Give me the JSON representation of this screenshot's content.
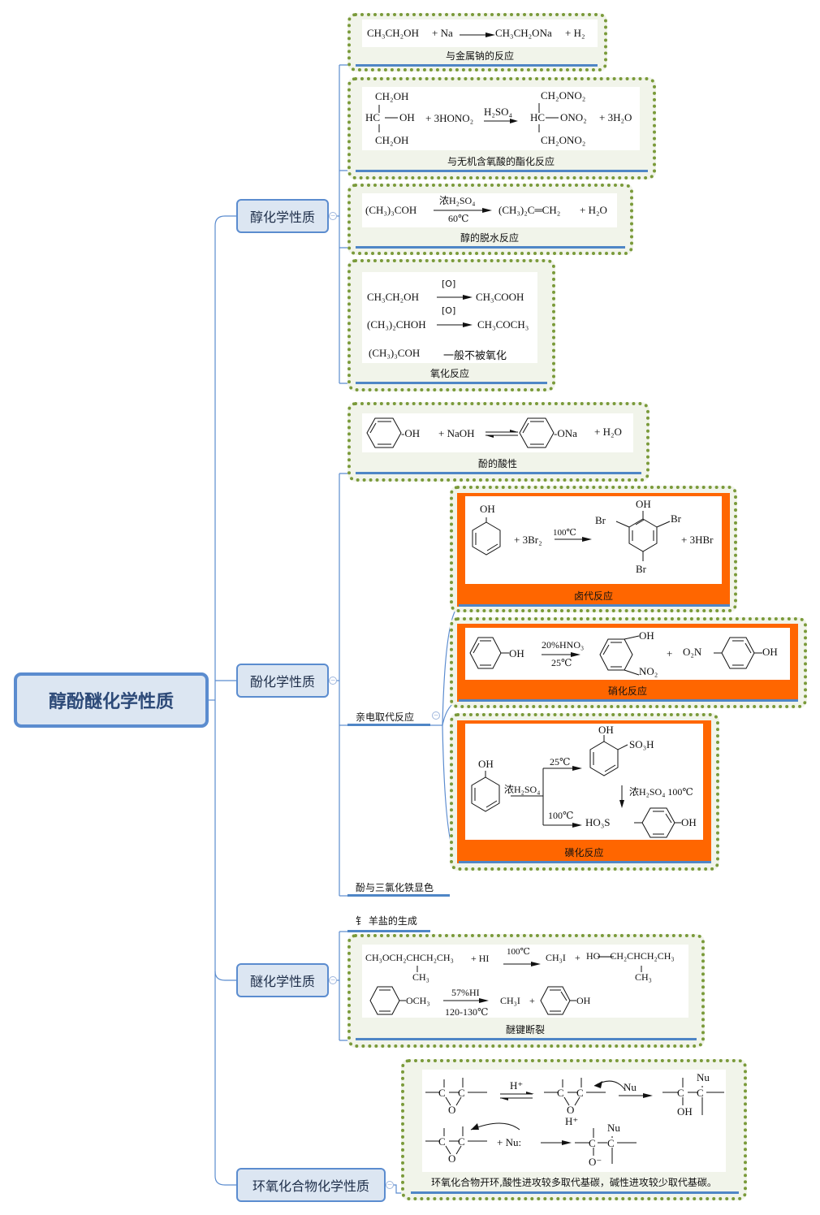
{
  "root": {
    "title": "醇酚醚化学性质"
  },
  "topics": [
    {
      "label": "醇化学性质"
    },
    {
      "label": "酚化学性质"
    },
    {
      "label": "醚化学性质"
    },
    {
      "label": "环氧化合物化学性质"
    }
  ],
  "alcohol": {
    "na_reaction": {
      "caption": "与金属钠的反应",
      "reactant1": "CH₃CH₂OH",
      "plus1": "+ Na",
      "product1": "CH₃CH₂ONa",
      "plus2": "+ H₂"
    },
    "esterification": {
      "caption": "与无机含氧酸的酯化反应",
      "r_top": "CH₂OH",
      "r_mid_left": "HC",
      "r_mid_right": "OH",
      "r_bot": "CH₂OH",
      "reagent": "+ 3HONO₂",
      "condition": "H₂SO₄",
      "p_top": "CH₂ONO₂",
      "p_mid_left": "HC",
      "p_mid_right": "ONO₂",
      "p_bot": "CH₂ONO₂",
      "byproduct": "+ 3H₂O"
    },
    "dehydration": {
      "caption": "醇的脱水反应",
      "reactant": "(CH₃)₃COH",
      "cond_top": "浓H₂SO₄",
      "cond_bottom": "60℃",
      "product": "(CH₃)₂C═CH₂",
      "byproduct": "+ H₂O"
    },
    "oxidation": {
      "caption": "氧化反应",
      "rows": [
        {
          "reactant": "CH₃CH₂OH",
          "condition": "[O]",
          "product": "CH₃COOH"
        },
        {
          "reactant": "(CH₃)₂CHOH",
          "condition": "[O]",
          "product": "CH₃COCH₃"
        },
        {
          "reactant": "(CH₃)₃COH",
          "condition": "",
          "product": "一般不被氧化"
        }
      ]
    }
  },
  "phenol": {
    "acidity": {
      "caption": "酚的酸性",
      "r_sub": "OH",
      "reagent": "+ NaOH",
      "p_sub": "ONa",
      "byproduct": "+ H₂O"
    },
    "eas_label": "亲电取代反应",
    "halogenation": {
      "caption": "卤代反应",
      "r_sub": "OH",
      "reagent": "+ 3Br₂",
      "condition": "100℃",
      "p_oh": "OH",
      "p_br_left": "Br",
      "p_br_right": "Br",
      "p_br_bottom": "Br",
      "byproduct": "+ 3HBr"
    },
    "nitration": {
      "caption": "硝化反应",
      "r_sub": "OH",
      "cond_top": "20%HNO₃",
      "cond_bottom": "25℃",
      "p1_oh": "OH",
      "p1_no2": "NO₂",
      "plus": "+",
      "p2_left": "O₂N",
      "p2_right": "OH"
    },
    "sulfonation": {
      "caption": "磺化反应",
      "r_sub": "OH",
      "reagent": "浓H₂SO₄",
      "low_temp": "25℃",
      "high_temp": "100℃",
      "p1_oh": "OH",
      "p1_so3h": "SO₃H",
      "convert": "浓H₂SO₄ 100℃",
      "p2_left": "HO₃S",
      "p2_right": "OH"
    },
    "fecl3_label": "酚与三氯化铁显色"
  },
  "ether": {
    "oxonium_label": "钅 羊盐的生成",
    "cleavage": {
      "caption": "醚键断裂",
      "row1": {
        "reactant": "CH₃OCH₂CHCH₂CH₃",
        "branch": "CH₃",
        "reagent": "+ HI",
        "condition": "100℃",
        "product1": "CH₃I",
        "plus": "+",
        "product2": "HO—CH₂CHCH₂CH₃",
        "product2_branch": "CH₃"
      },
      "row2": {
        "r_sub": "OCH₃",
        "cond_top": "57%HI",
        "cond_bottom": "120-130℃",
        "product1": "CH₃I",
        "plus": "+",
        "p_sub": "OH"
      }
    }
  },
  "epoxide": {
    "caption": "环氧化合物开环,酸性进攻较多取代基碳，碱性进攻较少取代基碳。",
    "acid": {
      "catalyst": "H⁺",
      "protonated": "H⁺",
      "nucleophile": "Nu",
      "product_top": "Nu",
      "product_bottom": "OH"
    },
    "base": {
      "nucleophile": "+  Nu:",
      "product_top": "Nu",
      "product_bottom": "O⁻"
    },
    "atoms": {
      "c": "C",
      "o": "O"
    }
  },
  "colors": {
    "topic_border": "#5b8ccf",
    "topic_fill": "#dce6f2",
    "box_border": "#7a9a3a",
    "box_fill": "#f1f4ea",
    "highlight": "#ff6600",
    "underline": "#4f86c6"
  }
}
